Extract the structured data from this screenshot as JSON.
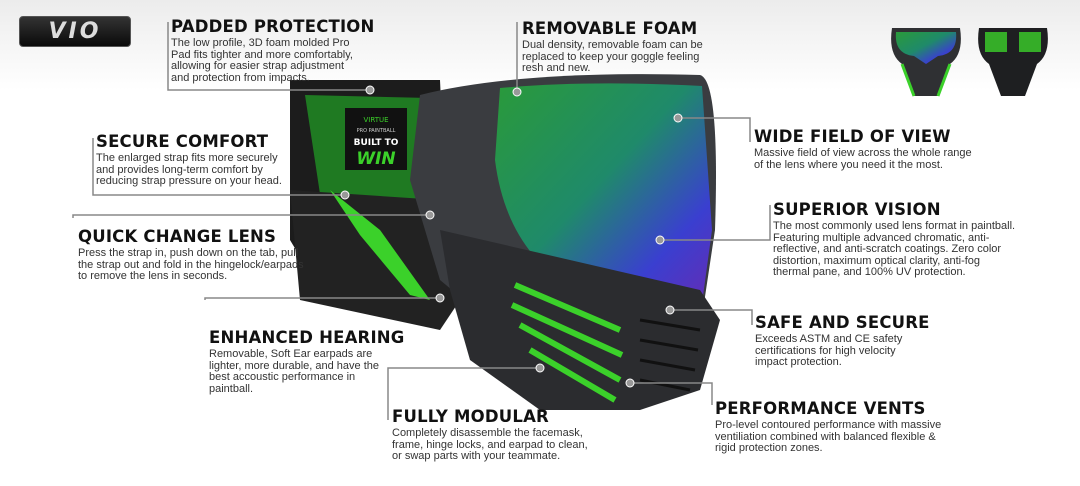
{
  "logo": "VIO",
  "callouts": [
    {
      "title": "PADDED PROTECTION",
      "text": "The low profile, 3D foam molded Pro Pad fits tighter and more comfortably, allowing for easier strap adjustment and protection from impacts."
    },
    {
      "title": "REMOVABLE FOAM",
      "text": "Dual density, removable foam can be replaced to keep your goggle feeling resh and new."
    },
    {
      "title": "SECURE COMFORT",
      "text": "The enlarged strap fits more securely and provides long-term comfort by reducing strap pressure on your head."
    },
    {
      "title": "WIDE FIELD OF VIEW",
      "text": "Massive field of view across the whole range of the lens where you need it the most."
    },
    {
      "title": "QUICK CHANGE LENS",
      "text": "Press the strap in, push down on the tab, pull the strap out and fold in the hingelock/earpads to remove the lens in seconds."
    },
    {
      "title": "SUPERIOR VISION",
      "text": "The most commonly used lens format in paintball. Featuring multiple advanced chromatic, anti-reflective, and anti-scratch coatings. Zero color distortion, maximum optical clarity, anti-fog thermal pane, and 100% UV protection."
    },
    {
      "title": "SAFE AND SECURE",
      "text": "Exceeds ASTM and CE safety certifications for high velocity impact protection."
    },
    {
      "title": "ENHANCED HEARING",
      "text": "Removable, Soft Ear earpads are lighter, more durable, and have the best accoustic performance in paintball."
    },
    {
      "title": "FULLY MODULAR",
      "text": "Completely disassemble the facemask, frame, hinge locks, and earpad to clean, or swap parts with your teammate."
    },
    {
      "title": "PERFORMANCE VENTS",
      "text": "Pro-level contoured performance with massive ventiliation combined with balanced flexible & rigid protection zones."
    }
  ],
  "strap_label": {
    "brand": "VIRTUE",
    "line": "PRO PAINTBALL",
    "slogan1": "BUILT TO",
    "slogan2": "WIN"
  },
  "colors": {
    "accent": "#3bd12a",
    "frame": "#3a3c40"
  }
}
